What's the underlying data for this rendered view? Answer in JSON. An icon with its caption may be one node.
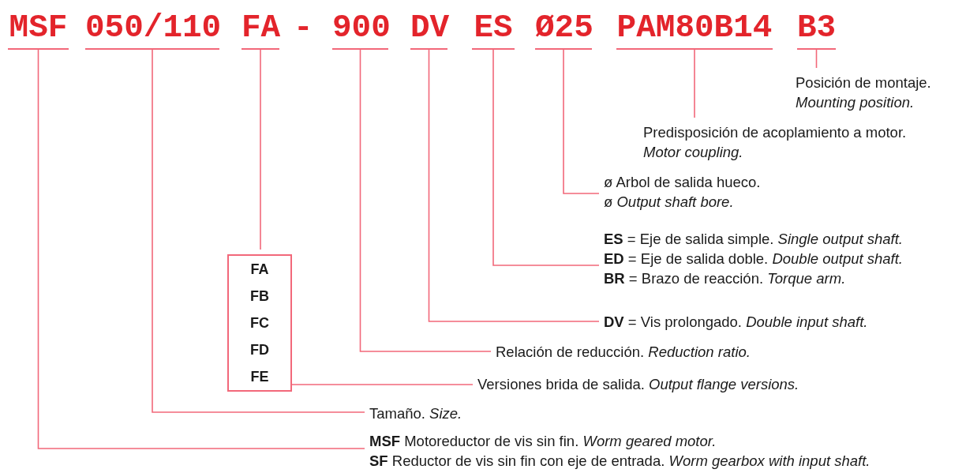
{
  "diagram": {
    "nodes": [
      {
        "text": [
          "MSF"
        ]
      },
      {
        "text": [
          "050/110"
        ]
      },
      {
        "text": [
          "FA"
        ]
      },
      {
        "text": [
          "900"
        ]
      },
      {
        "text": [
          "DV"
        ]
      },
      {
        "text": [
          "ES"
        ]
      },
      {
        "text": [
          "Ø25"
        ]
      },
      {
        "text": [
          "PAM80B14"
        ]
      },
      {
        "text": [
          "B3"
        ]
      },
      {
        "text": [
          "Posición de montaje.",
          "Mounting position."
        ]
      },
      {
        "text": [
          "Predisposición de acoplamiento a motor.",
          "Motor coupling."
        ]
      },
      {
        "text": [
          "ø Arbol de salida hueco.",
          "ø *Output shaft bore.*"
        ]
      },
      {
        "text": [
          "**ES** = Eje de salida simple. *Single output shaft.*",
          "**ED** = Eje de salida doble. *Double output shaft.*",
          "**BR** = Brazo de reacción. *Torque arm.*"
        ]
      },
      {
        "text": [
          "**DV** = Vis prolongado. *Double input shaft.*"
        ]
      },
      {
        "text": [
          "Relación de reducción. *Reduction ratio.*"
        ]
      },
      {
        "text": [
          "FA",
          "FB",
          "FC",
          "FD",
          "FE"
        ]
      },
      {
        "text": [
          "Versiones brida de salida. *Output flange versions.*"
        ]
      },
      {
        "text": [
          "Tamaño. *Size.*"
        ]
      },
      {
        "text": [
          "**MSF** Motoreductor de vis sin fin. *Worm geared motor.*",
          "**SF** Reductor de vis sin fin con eje de entrada. *Worm gearbox with input shaft.*"
        ]
      }
    ],
    "edges": [
      {
        "from": 8,
        "to": 9,
        "arrow": "none"
      },
      {
        "from": 7,
        "to": 10,
        "arrow": "none"
      },
      {
        "from": 6,
        "to": 11,
        "arrow": "none"
      },
      {
        "from": 5,
        "to": 12,
        "arrow": "none"
      },
      {
        "from": 4,
        "to": 13,
        "arrow": "none"
      },
      {
        "from": 3,
        "to": 14,
        "arrow": "none"
      },
      {
        "from": 2,
        "to": 15,
        "arrow": "none"
      },
      {
        "from": 15,
        "to": 16,
        "arrow": "none"
      },
      {
        "from": 1,
        "to": 17,
        "arrow": "none"
      },
      {
        "from": 0,
        "to": 18,
        "arrow": "none"
      }
    ],
    "labels": [
      "-"
    ]
  }
}
